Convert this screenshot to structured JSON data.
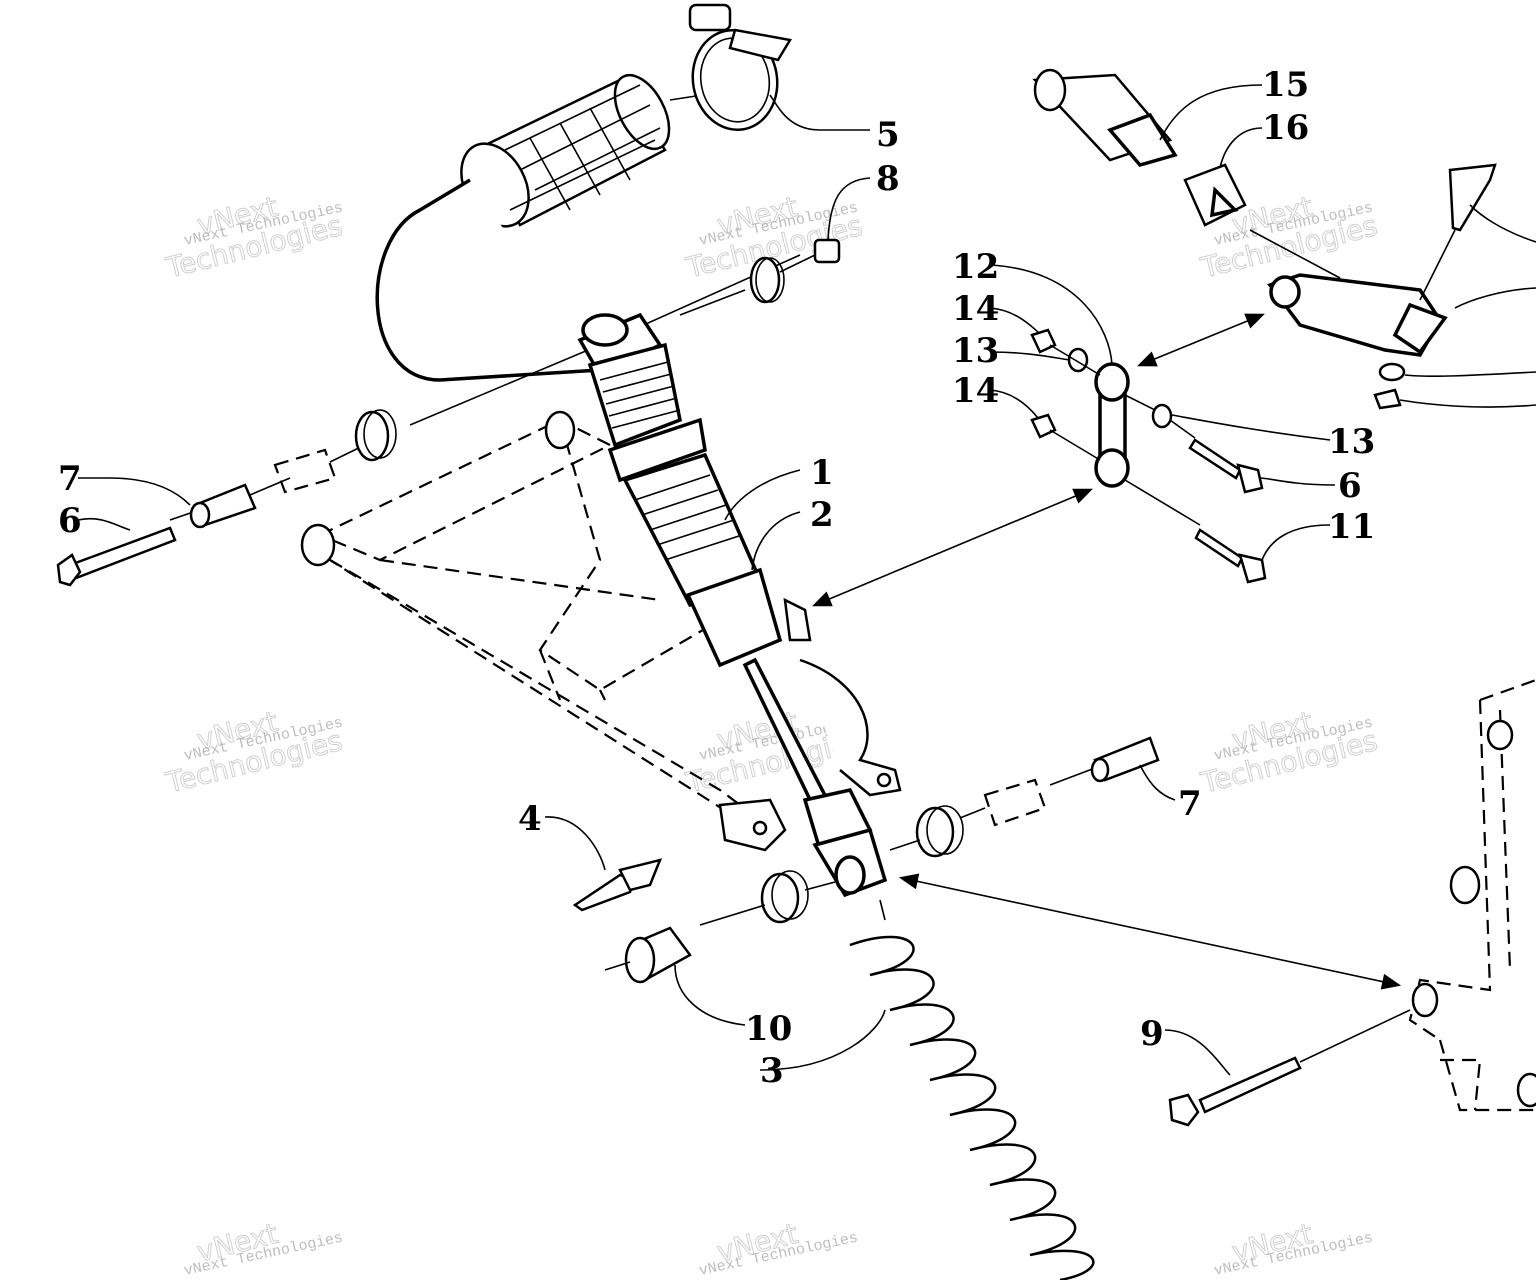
{
  "watermark": {
    "line1": "vNext Technologies",
    "line2": "vNext",
    "line3": "Technologies"
  },
  "callouts": [
    {
      "id": "c1",
      "text": "1"
    },
    {
      "id": "c2",
      "text": "2"
    },
    {
      "id": "c3",
      "text": "3"
    },
    {
      "id": "c4",
      "text": "4"
    },
    {
      "id": "c5",
      "text": "5"
    },
    {
      "id": "c6a",
      "text": "6"
    },
    {
      "id": "c6b",
      "text": "6"
    },
    {
      "id": "c7a",
      "text": "7"
    },
    {
      "id": "c7b",
      "text": "7"
    },
    {
      "id": "c8",
      "text": "8"
    },
    {
      "id": "c9",
      "text": "9"
    },
    {
      "id": "c10",
      "text": "10"
    },
    {
      "id": "c11",
      "text": "11"
    },
    {
      "id": "c12",
      "text": "12"
    },
    {
      "id": "c13a",
      "text": "13"
    },
    {
      "id": "c13b",
      "text": "13"
    },
    {
      "id": "c14a",
      "text": "14"
    },
    {
      "id": "c14b",
      "text": "14"
    },
    {
      "id": "c15",
      "text": "15"
    },
    {
      "id": "c16",
      "text": "16"
    }
  ]
}
